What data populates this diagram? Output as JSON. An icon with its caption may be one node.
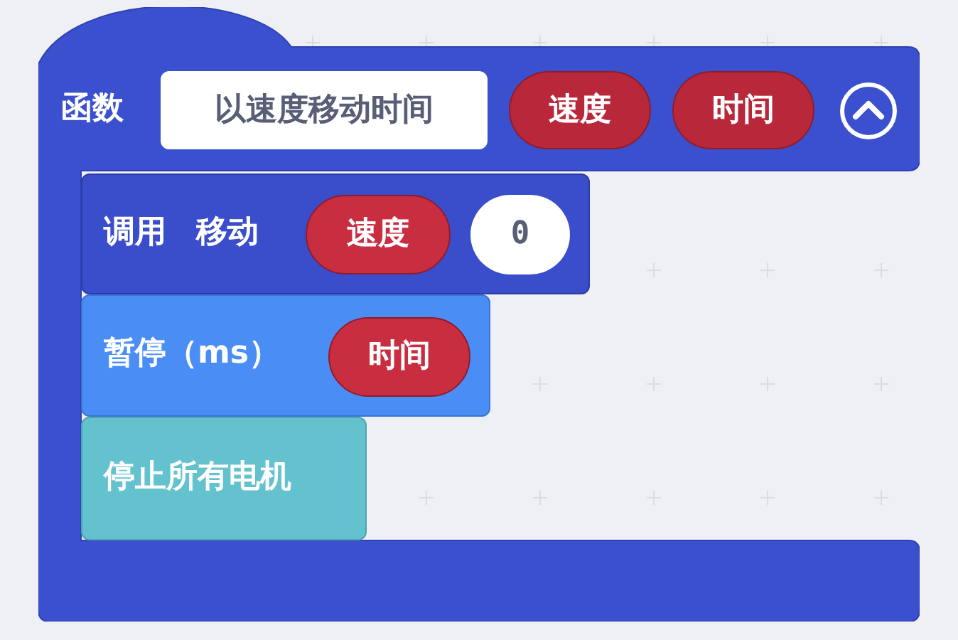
{
  "diagram": {
    "nodes": [
      {
        "text": [
          "函数"
        ]
      },
      {
        "text": [
          "以速度移动时间"
        ],
        "in": 0
      },
      {
        "text": [
          "速度"
        ],
        "in": 0
      },
      {
        "text": [
          "时间"
        ],
        "in": 0
      },
      {
        "text": [
          "调用",
          "移动"
        ],
        "in": 0
      },
      {
        "text": [
          "速度"
        ],
        "in": 4
      },
      {
        "text": [
          "0"
        ],
        "in": 4
      },
      {
        "text": [
          "暂停（ms）"
        ],
        "in": 0
      },
      {
        "text": [
          "时间"
        ],
        "in": 7
      },
      {
        "text": [
          "停止所有电机"
        ],
        "in": 0
      }
    ]
  }
}
